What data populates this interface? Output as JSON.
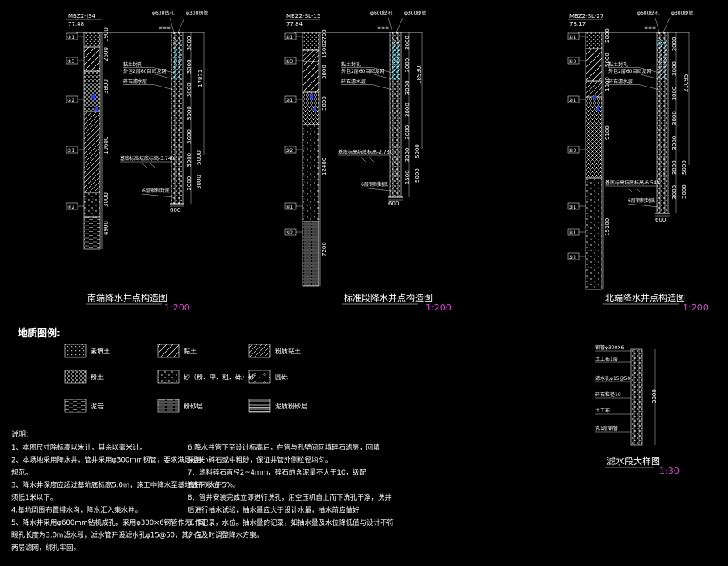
{
  "wells": [
    {
      "id": "south",
      "code": "MBZ2-JS4",
      "elev": "77.48",
      "top_labels": [
        "φ600钻孔",
        "φ300钢管"
      ],
      "layer_labels": [
        "①1",
        "①3",
        "②2",
        "③1",
        "④2"
      ],
      "layer_thickness": [
        "1900",
        "2600",
        "3800",
        "10600",
        "3000",
        "4900"
      ],
      "casing_dims": [
        "3000",
        "3000",
        "3000",
        "3000",
        "3000",
        "3000",
        "2000"
      ],
      "total_dim": "17871",
      "side_dims": [
        "5000",
        "3000"
      ],
      "callouts": [
        "黏土封孔",
        "外包2层60目尼龙网",
        "碎石滤水层"
      ],
      "bottom_callout": "6层钢制封底",
      "depth_note": "基底标高坑底标高-3.740",
      "bottom_width": "600",
      "title": "南端降水井点构造图",
      "scale": "1:200"
    },
    {
      "id": "standard",
      "code": "MBZ2-SL-15",
      "elev": "77.84",
      "top_labels": [
        "φ600钻孔",
        "φ300钢管"
      ],
      "layer_labels": [
        "①1",
        "①3",
        "②1",
        "③2",
        "④1",
        "⑤2"
      ],
      "layer_thickness": [
        "2700",
        "1500",
        "3800",
        "3800",
        "12400",
        "7200"
      ],
      "casing_dims": [
        "3000",
        "3000",
        "3000",
        "3000",
        "3000",
        "3000",
        "1500"
      ],
      "total_dim": "18930",
      "side_dims": [
        "5000",
        "5000"
      ],
      "callouts": [
        "黏土封孔",
        "外包2层60目尼龙网",
        "碎石滤水层"
      ],
      "bottom_callout": "6层钢制封底",
      "depth_note": "基底标高坑底标高-2.730",
      "bottom_width": "600",
      "title": "标准段降水井点构造图",
      "scale": "1:200"
    },
    {
      "id": "north",
      "code": "MBZ2-SL-27",
      "elev": "78.17",
      "top_labels": [
        "φ600钻孔",
        "φ300钢管"
      ],
      "layer_labels": [
        "①1",
        "①3",
        "②1",
        "②3",
        "③1",
        "④1",
        "⑤2"
      ],
      "layer_thickness": [
        "2000",
        "5000",
        "1000",
        "9100",
        "15100"
      ],
      "casing_dims": [
        "3000",
        "3000",
        "3000",
        "3000",
        "3000",
        "3000",
        "3000"
      ],
      "total_dim": "21095",
      "side_dims": [
        "5000",
        "3000"
      ],
      "callouts": [
        "黏土封孔",
        "外包2层60目尼龙网",
        "碎石滤水层"
      ],
      "bottom_callout": "6层钢制封底",
      "depth_note": "基底标高坑底标高-6.540",
      "bottom_width": "600",
      "title": "北端降水井点构造图",
      "scale": "1:200"
    }
  ],
  "legend": {
    "title": "地质图例:",
    "items": [
      {
        "label": "素填土",
        "pattern": "dots-dense"
      },
      {
        "label": "黏土",
        "pattern": "hatch"
      },
      {
        "label": "粉质黏土",
        "pattern": "hatch-double"
      },
      {
        "label": "粉土",
        "pattern": "cross"
      },
      {
        "label": "砂（粉、中、粗、砾）砂",
        "pattern": "sand"
      },
      {
        "label": "圆砾",
        "pattern": "gravel"
      },
      {
        "label": "泥岩",
        "pattern": "dash"
      },
      {
        "label": "粉砂层",
        "pattern": "lines-dash"
      },
      {
        "label": "泥质粉砂层",
        "pattern": "lines"
      }
    ]
  },
  "detail": {
    "labels": [
      "钢管φ300X6",
      "土工布1层",
      "滤水孔φ15@50",
      "碎石粒径10",
      "土工布",
      "孔1层钢管"
    ],
    "dim": "3000",
    "title": "滤水段大样图",
    "scale": "1:30"
  },
  "notes": {
    "head": "说明：",
    "left": [
      "1、本图尺寸除标高以米计，其余以毫米计。",
      "2、本场地采用降水井，管井采用φ300mm钢管，要求满足相关",
      "    规范。",
      "3、降水井深度应超过基坑底标高5.0m，施工中降水至基坑底下水位",
      "    须低1米以下。",
      "4.基坑周围布置排水沟，降水汇入集水井。",
      "5、降水井采用φ600mm钻机成孔，采用φ300×6钢管作为，网",
      "    眼孔长度为3.0m滤水段，滤水管开设滤水孔φ15@50，其外包",
      "    两层滤网，绑扎牢固。"
    ],
    "right": [
      "6.降水井管下至设计标高后，在管与孔壁间回填碎石滤层，回填",
      "    采用小碎石或中粗砂，保证井管外侧粒径均匀。",
      "7、滤料碎石直径2~4mm，碎石的含泥量不大于10，级配",
      "    良好不大于5%。",
      "8、管井安装完成立即进行洗孔，用空压机自上而下洗孔干净，洗井",
      "    后进行抽水试验，抽水量应大于设计水量，抽水前应做好",
      "    工作记录，水位。抽水量的记录，如抽水量及水位降低值与设计不符",
      "    ，应及时调整降水方案。"
    ]
  }
}
